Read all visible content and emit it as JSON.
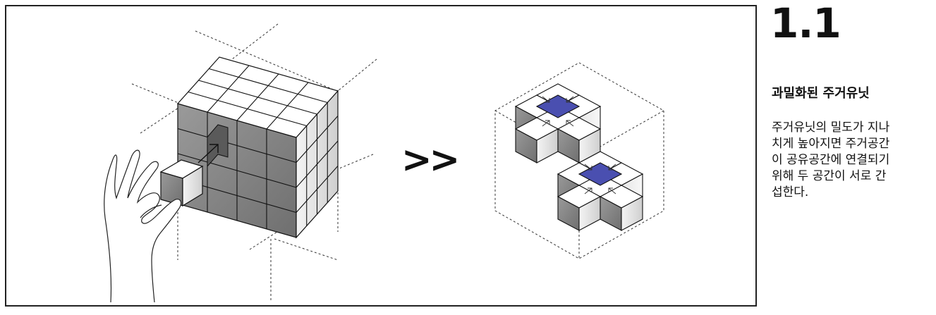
{
  "section": {
    "number": "1.1",
    "title": "과밀화된 주거유닛",
    "body_lines": [
      "주거유닛의 밀도가 지나",
      "치게 높아지면 주거공간",
      "이 공유공간에 연결되기",
      "위해 두 공간이 서로 간",
      "섭한다."
    ]
  },
  "diagram": {
    "separator": ">>",
    "shared_space_color": "#4a4fb0"
  }
}
